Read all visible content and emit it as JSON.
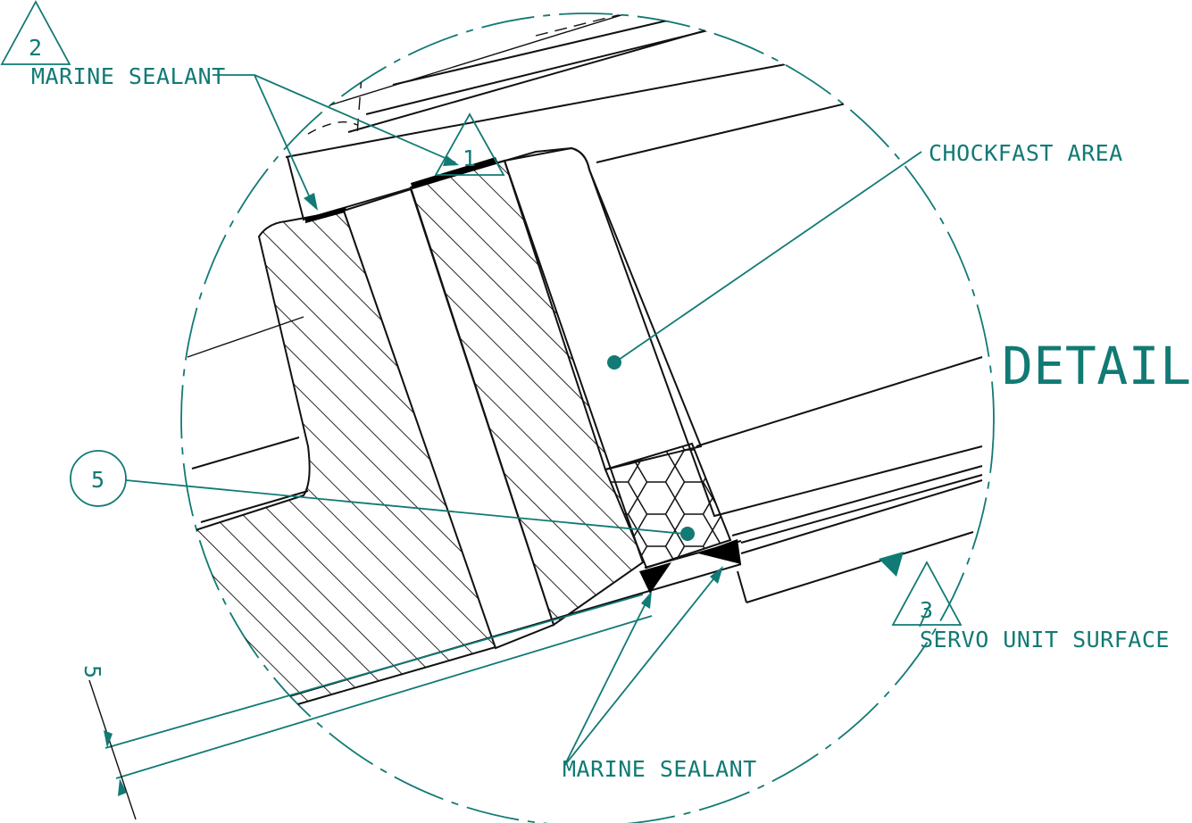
{
  "title": "DETAIL C",
  "callouts": {
    "marine_sealant_top": "MARINE SEALANT",
    "marine_sealant_bottom": "MARINE SEALANT",
    "chockfast_area": "CHOCKFAST AREA",
    "servo_unit_surface": "SERVO UNIT SURFACE"
  },
  "triangle_notes": [
    "1",
    "2",
    "3"
  ],
  "balloon": "5",
  "dimension": "5",
  "colors": {
    "annotation": "#117a74",
    "geometry": "#111111"
  }
}
